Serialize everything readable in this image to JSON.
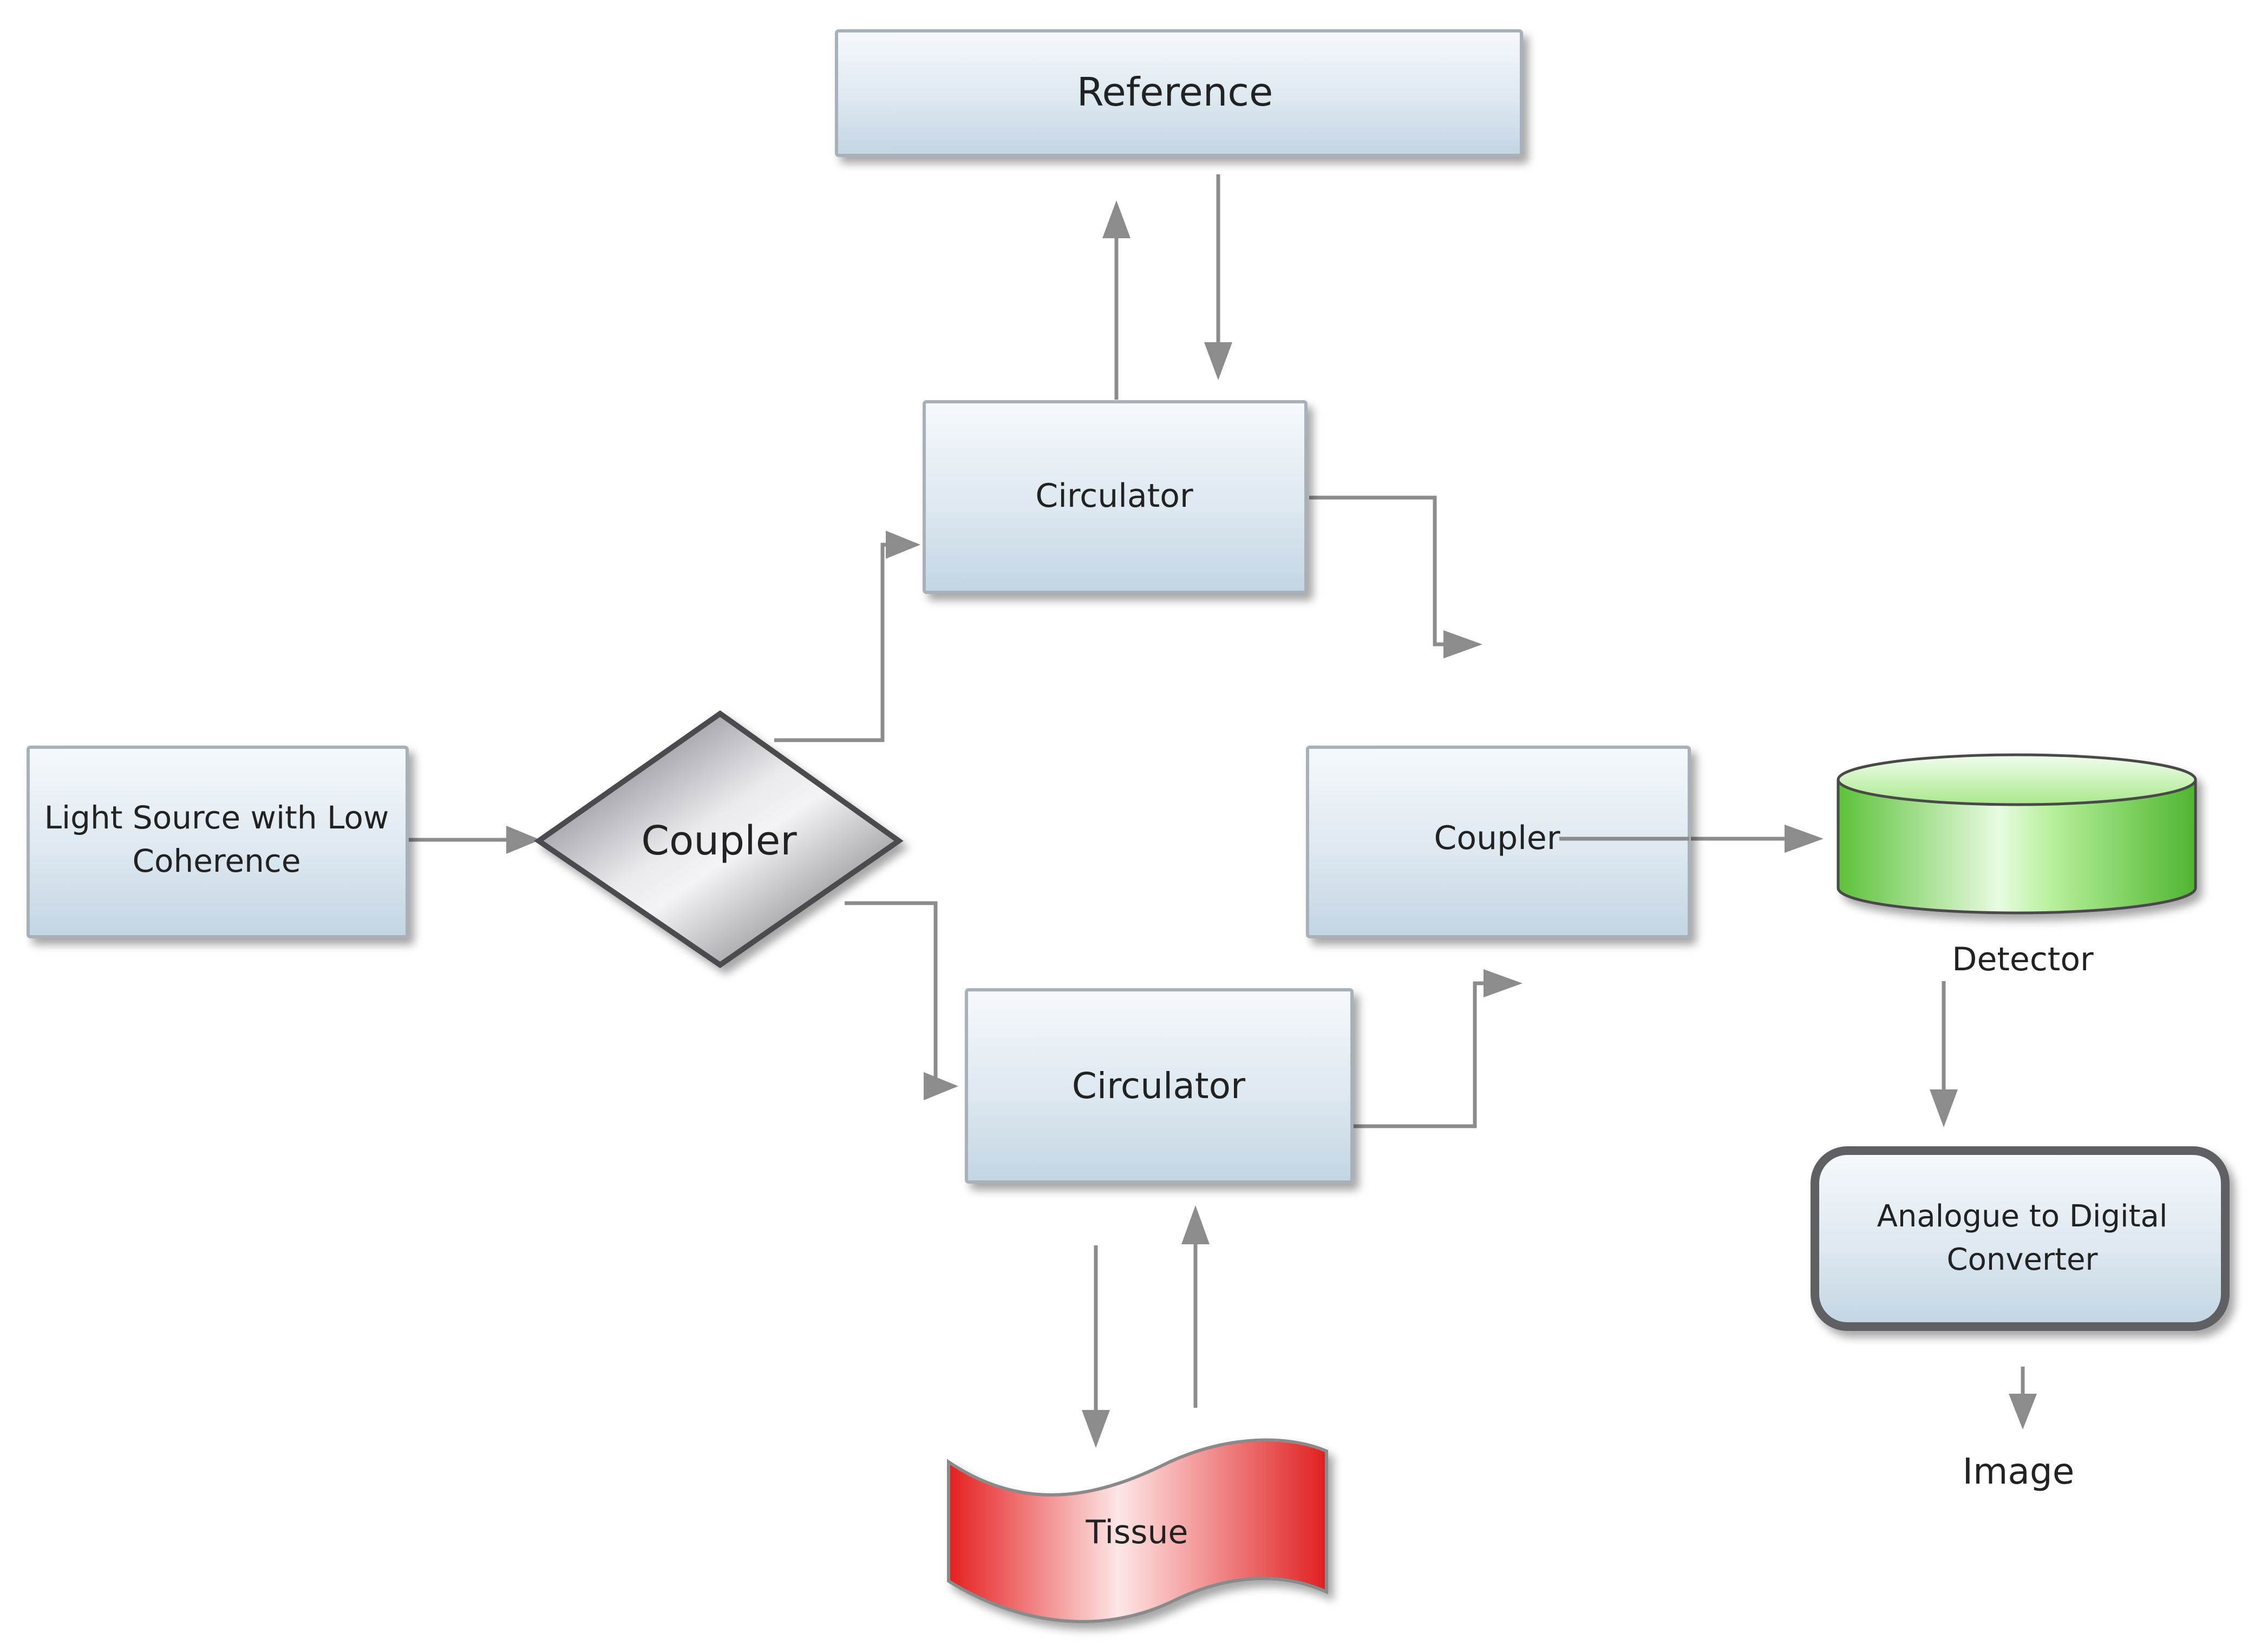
{
  "nodes": {
    "reference": {
      "label": "Reference"
    },
    "circulator_top": {
      "label": "Circulator"
    },
    "light_source": {
      "line1": "Light Source with Low",
      "line2": "Coherence"
    },
    "coupler_diamond": {
      "label": "Coupler"
    },
    "coupler_box": {
      "label": "Coupler"
    },
    "detector": {
      "label": "Detector"
    },
    "circulator_bottom": {
      "label": "Circulator"
    },
    "adc": {
      "line1": "Analogue to Digital",
      "line2": "Converter"
    },
    "tissue": {
      "label": "Tissue"
    },
    "image": {
      "label": "Image"
    }
  },
  "colors": {
    "box_fill_top": "#f4f8fb",
    "box_fill_bottom": "#c6d7e4",
    "box_border": "#a9b2ba",
    "connector": "#8c8c8c",
    "detector_green": "#7ed957",
    "tissue_red": "#f03a3a",
    "diamond_gray": "#6e6e73"
  },
  "edges": [
    {
      "from": "light_source",
      "to": "coupler_diamond"
    },
    {
      "from": "coupler_diamond",
      "to": "circulator_top"
    },
    {
      "from": "coupler_diamond",
      "to": "circulator_bottom"
    },
    {
      "from": "circulator_top",
      "to": "reference"
    },
    {
      "from": "reference",
      "to": "circulator_top"
    },
    {
      "from": "circulator_top",
      "to": "coupler_box"
    },
    {
      "from": "circulator_bottom",
      "to": "coupler_box"
    },
    {
      "from": "circulator_bottom",
      "to": "tissue"
    },
    {
      "from": "tissue",
      "to": "circulator_bottom"
    },
    {
      "from": "coupler_box",
      "to": "detector"
    },
    {
      "from": "detector",
      "to": "adc"
    },
    {
      "from": "adc",
      "to": "image"
    }
  ]
}
